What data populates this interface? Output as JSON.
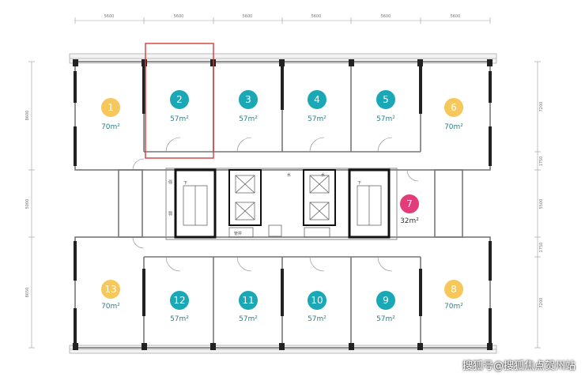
{
  "dimensions": {
    "top": [
      "5600",
      "5600",
      "5600",
      "5600",
      "5600",
      "5600"
    ],
    "left": [
      "8600",
      "5000",
      "8650"
    ],
    "right": [
      "7200",
      "1750",
      "5500",
      "1750",
      "7200"
    ]
  },
  "units": [
    {
      "id": "1",
      "area": "70m²",
      "color": "#f6c75a"
    },
    {
      "id": "2",
      "area": "57m²",
      "color": "#1aa7b6"
    },
    {
      "id": "3",
      "area": "57m²",
      "color": "#1aa7b6"
    },
    {
      "id": "4",
      "area": "57m²",
      "color": "#1aa7b6"
    },
    {
      "id": "5",
      "area": "57m²",
      "color": "#1aa7b6"
    },
    {
      "id": "6",
      "area": "70m²",
      "color": "#f6c75a"
    },
    {
      "id": "7",
      "area": "32m²",
      "color": "#e23c7a"
    },
    {
      "id": "8",
      "area": "70m²",
      "color": "#f6c75a"
    },
    {
      "id": "9",
      "area": "57m²",
      "color": "#1aa7b6"
    },
    {
      "id": "10",
      "area": "57m²",
      "color": "#1aa7b6"
    },
    {
      "id": "11",
      "area": "57m²",
      "color": "#1aa7b6"
    },
    {
      "id": "12",
      "area": "57m²",
      "color": "#1aa7b6"
    },
    {
      "id": "13",
      "area": "70m²",
      "color": "#f6c75a"
    }
  ],
  "highlight": {
    "unit": "2",
    "color": "#d63a3a"
  },
  "core_labels": {
    "water_left": "水",
    "water_right": "水",
    "elec_1": "强",
    "elec_2": "弱",
    "shaft": "管井",
    "down_left": "下",
    "down_right": "下"
  },
  "watermark": "搜狐号@搜狐焦点贺州站"
}
